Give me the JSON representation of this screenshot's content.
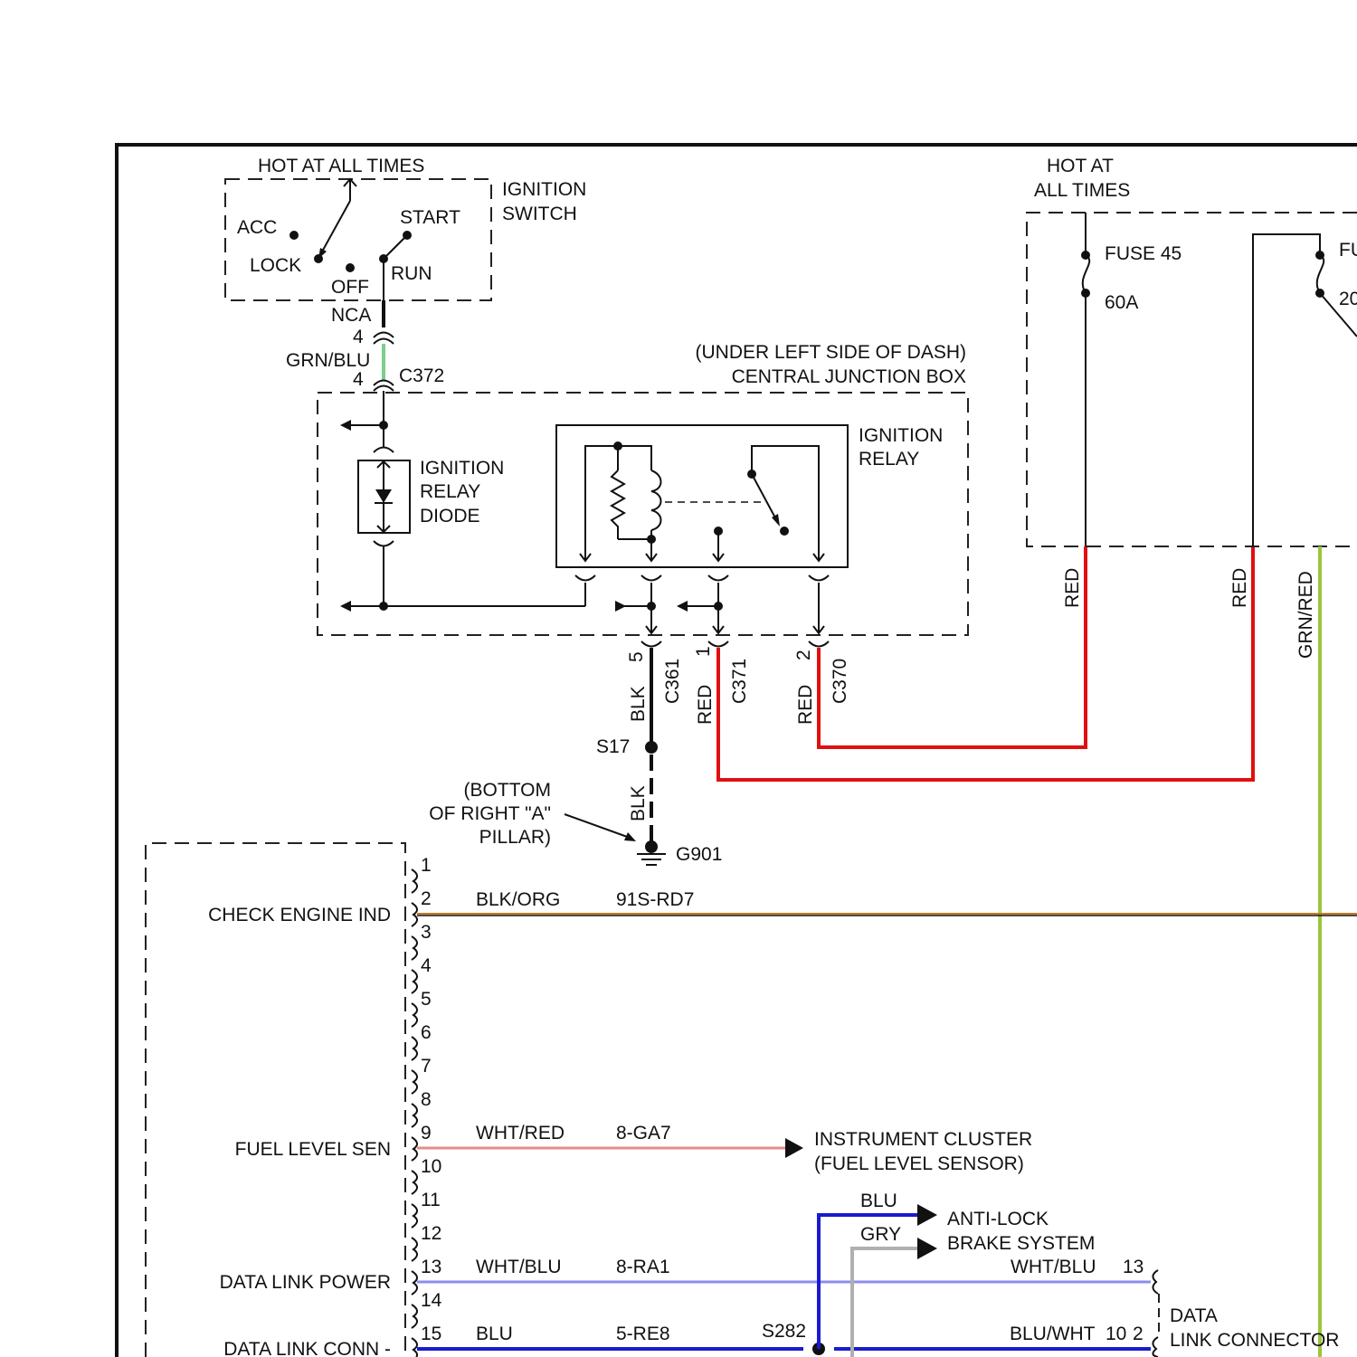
{
  "ignition_switch": {
    "supply": "HOT AT ALL TIMES",
    "title_line1": "IGNITION",
    "title_line2": "SWITCH",
    "positions": {
      "acc": "ACC",
      "lock": "LOCK",
      "off": "OFF",
      "start": "START",
      "run": "RUN"
    },
    "nca": "NCA",
    "pin_top": "4",
    "pin_bottom": "4",
    "wire": "GRN/BLU",
    "connector": "C372"
  },
  "junction_box": {
    "location": "(UNDER LEFT SIDE OF DASH)",
    "name": "CENTRAL JUNCTION BOX",
    "diode_line1": "IGNITION",
    "diode_line2": "RELAY",
    "diode_line3": "DIODE",
    "relay_line1": "IGNITION",
    "relay_line2": "RELAY"
  },
  "relay_outputs": {
    "c361": {
      "pin": "5",
      "wire": "BLK",
      "connector": "C361"
    },
    "c371": {
      "pin": "1",
      "wire": "RED",
      "connector": "C371"
    },
    "c370": {
      "pin": "2",
      "wire": "RED",
      "connector": "C370"
    }
  },
  "ground": {
    "splice": "S17",
    "wire": "BLK",
    "loc_line1": "(BOTTOM",
    "loc_line2": "OF RIGHT \"A\"",
    "loc_line3": "PILLAR)",
    "ground": "G901"
  },
  "fuse_box": {
    "supply_line1": "HOT AT",
    "supply_line2": "ALL TIMES",
    "fuse45_name": "FUSE 45",
    "fuse45_rating": "60A",
    "fuse2_name_partial": "FU",
    "fuse2_rating_partial": "20",
    "wire1": "RED",
    "wire2": "RED",
    "wire3": "GRN/RED"
  },
  "module": {
    "pins": [
      "1",
      "2",
      "3",
      "4",
      "5",
      "6",
      "7",
      "8",
      "9",
      "10",
      "11",
      "12",
      "13",
      "14",
      "15"
    ],
    "check_engine": {
      "label": "CHECK ENGINE IND",
      "wire": "BLK/ORG",
      "circuit": "91S-RD7"
    },
    "fuel_level": {
      "label": "FUEL LEVEL SEN",
      "wire": "WHT/RED",
      "circuit": "8-GA7",
      "dest_line1": "INSTRUMENT CLUSTER",
      "dest_line2": "(FUEL LEVEL SENSOR)"
    },
    "data_link_power": {
      "label": "DATA LINK POWER",
      "wire": "WHT/BLU",
      "circuit": "8-RA1"
    },
    "data_link_conn": {
      "label": "DATA LINK CONN -",
      "wire": "BLU",
      "circuit": "5-RE8",
      "splice": "S282"
    }
  },
  "abs": {
    "wire1": "BLU",
    "wire2": "GRY",
    "line1": "ANTI-LOCK",
    "line2": "BRAKE SYSTEM"
  },
  "dlc": {
    "wht_blu": "WHT/BLU",
    "pin13": "13",
    "blu_wht": "BLU/WHT",
    "pin10": "10",
    "pin2": "2",
    "line1": "DATA",
    "line2": "LINK CONNECTOR"
  },
  "colors": {
    "black": "#111111",
    "red": "#e01010",
    "green_blue": "#7ccf8e",
    "green_red": "#9bc53d",
    "orange": "#c77b20",
    "pink": "#e48a8a",
    "blue": "#1a1ad0",
    "light_blue": "#8c8cf0",
    "gray": "#b0b0b0"
  }
}
